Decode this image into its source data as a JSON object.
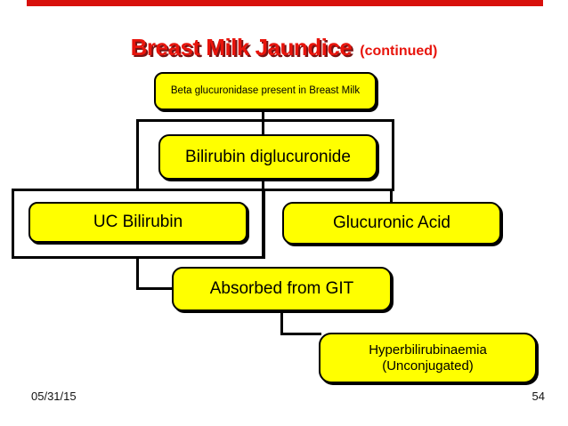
{
  "slide": {
    "title": "Breast Milk Jaundice",
    "title_suffix": "(continued)",
    "footer": {
      "date": "05/31/15",
      "page_number": "54"
    },
    "colors": {
      "accent_red": "#e8140c",
      "title_shadow": "#791212",
      "top_bar_red": "#d8100c",
      "node_fill": "#ffff00",
      "node_border": "#000000",
      "connector": "#000000",
      "background": "#ffffff"
    }
  },
  "diagram": {
    "nodes": [
      {
        "id": "beta",
        "label": "Beta glucuronidase present in Breast Milk"
      },
      {
        "id": "bdg",
        "label": "Bilirubin diglucuronide"
      },
      {
        "id": "uc",
        "label": "UC Bilirubin"
      },
      {
        "id": "ga",
        "label": "Glucuronic Acid"
      },
      {
        "id": "git",
        "label": "Absorbed from GIT"
      },
      {
        "id": "hyper",
        "label": "Hyperbilirubinaemia",
        "label2": "(Unconjugated)"
      }
    ],
    "edges": [
      "beta -> bilirubin-diglucuronide",
      "bilirubin-diglucuronide -> uc-bilirubin",
      "bilirubin-diglucuronide -> glucuronic-acid",
      "uc-bilirubin -> absorbed-from-git",
      "absorbed-from-git -> hyperbilirubinaemia"
    ]
  }
}
